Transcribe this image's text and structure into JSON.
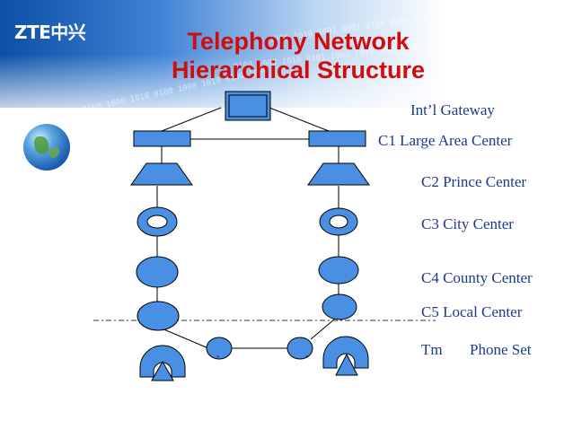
{
  "header": {
    "logo_text": "ZTE中兴",
    "title_line1": "Telephony Network",
    "title_line2": "Hierarchical Structure"
  },
  "levels": {
    "intl": "Int’l Gateway",
    "c1": "C1 Large Area Center",
    "c2": "C2 Prince Center",
    "c3": "C3 City Center",
    "c4": "C4 County Center",
    "c5": "C5 Local Center",
    "tm": "Tm",
    "phone": "Phone Set"
  },
  "colors": {
    "shape_fill": "#4a90e2",
    "title_red": "#d10c0c",
    "label_blue": "#1c3a8c"
  }
}
